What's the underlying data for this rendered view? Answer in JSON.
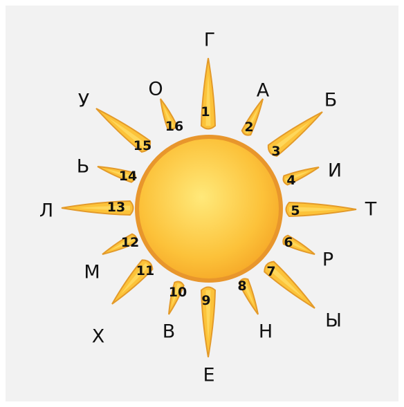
{
  "colors": {
    "background": "#f2f2f2",
    "sun_fill_center": "#ffe56a",
    "sun_fill_edge": "#f9b22a",
    "sun_rim": "#e8962c",
    "ray_fill_light": "#ffd94a",
    "ray_fill_dark": "#f6a623",
    "ray_outline": "#d98a22"
  },
  "rays": [
    {
      "num": "1",
      "letter": "Г"
    },
    {
      "num": "2",
      "letter": "А"
    },
    {
      "num": "3",
      "letter": "Б"
    },
    {
      "num": "4",
      "letter": "И"
    },
    {
      "num": "5",
      "letter": "Т"
    },
    {
      "num": "6",
      "letter": "Р"
    },
    {
      "num": "7",
      "letter": "Ы"
    },
    {
      "num": "8",
      "letter": "Н"
    },
    {
      "num": "9",
      "letter": "Е"
    },
    {
      "num": "10",
      "letter": "В"
    },
    {
      "num": "11",
      "letter": "Х"
    },
    {
      "num": "12",
      "letter": "М"
    },
    {
      "num": "13",
      "letter": "Л"
    },
    {
      "num": "14",
      "letter": "Ь"
    },
    {
      "num": "15",
      "letter": "У"
    },
    {
      "num": "16",
      "letter": "О"
    }
  ]
}
